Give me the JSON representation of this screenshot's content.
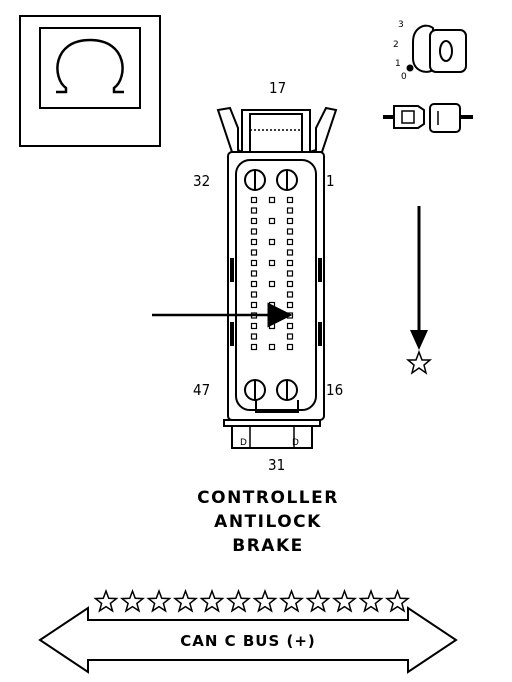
{
  "connector": {
    "pin_top": "17",
    "pin_top_left": "32",
    "pin_top_right": "1",
    "pin_bottom_left": "47",
    "pin_bottom_right": "16",
    "pin_bottom": "31",
    "housing_mark_left": "D",
    "housing_mark_right": "D"
  },
  "component": {
    "line1": "CONTROLLER",
    "line2": "ANTILOCK",
    "line3": "BRAKE"
  },
  "ignition_key": {
    "positions": [
      "3",
      "2",
      "1",
      "0"
    ],
    "key_symbol": "0"
  },
  "bus": {
    "label": "CAN C BUS (+)",
    "star_count": 12
  },
  "icons": {
    "ohm": "ohm-meter-icon",
    "ignition": "ignition-key-icon",
    "disconnect": "connector-disconnect-icon",
    "star": "star-icon"
  }
}
